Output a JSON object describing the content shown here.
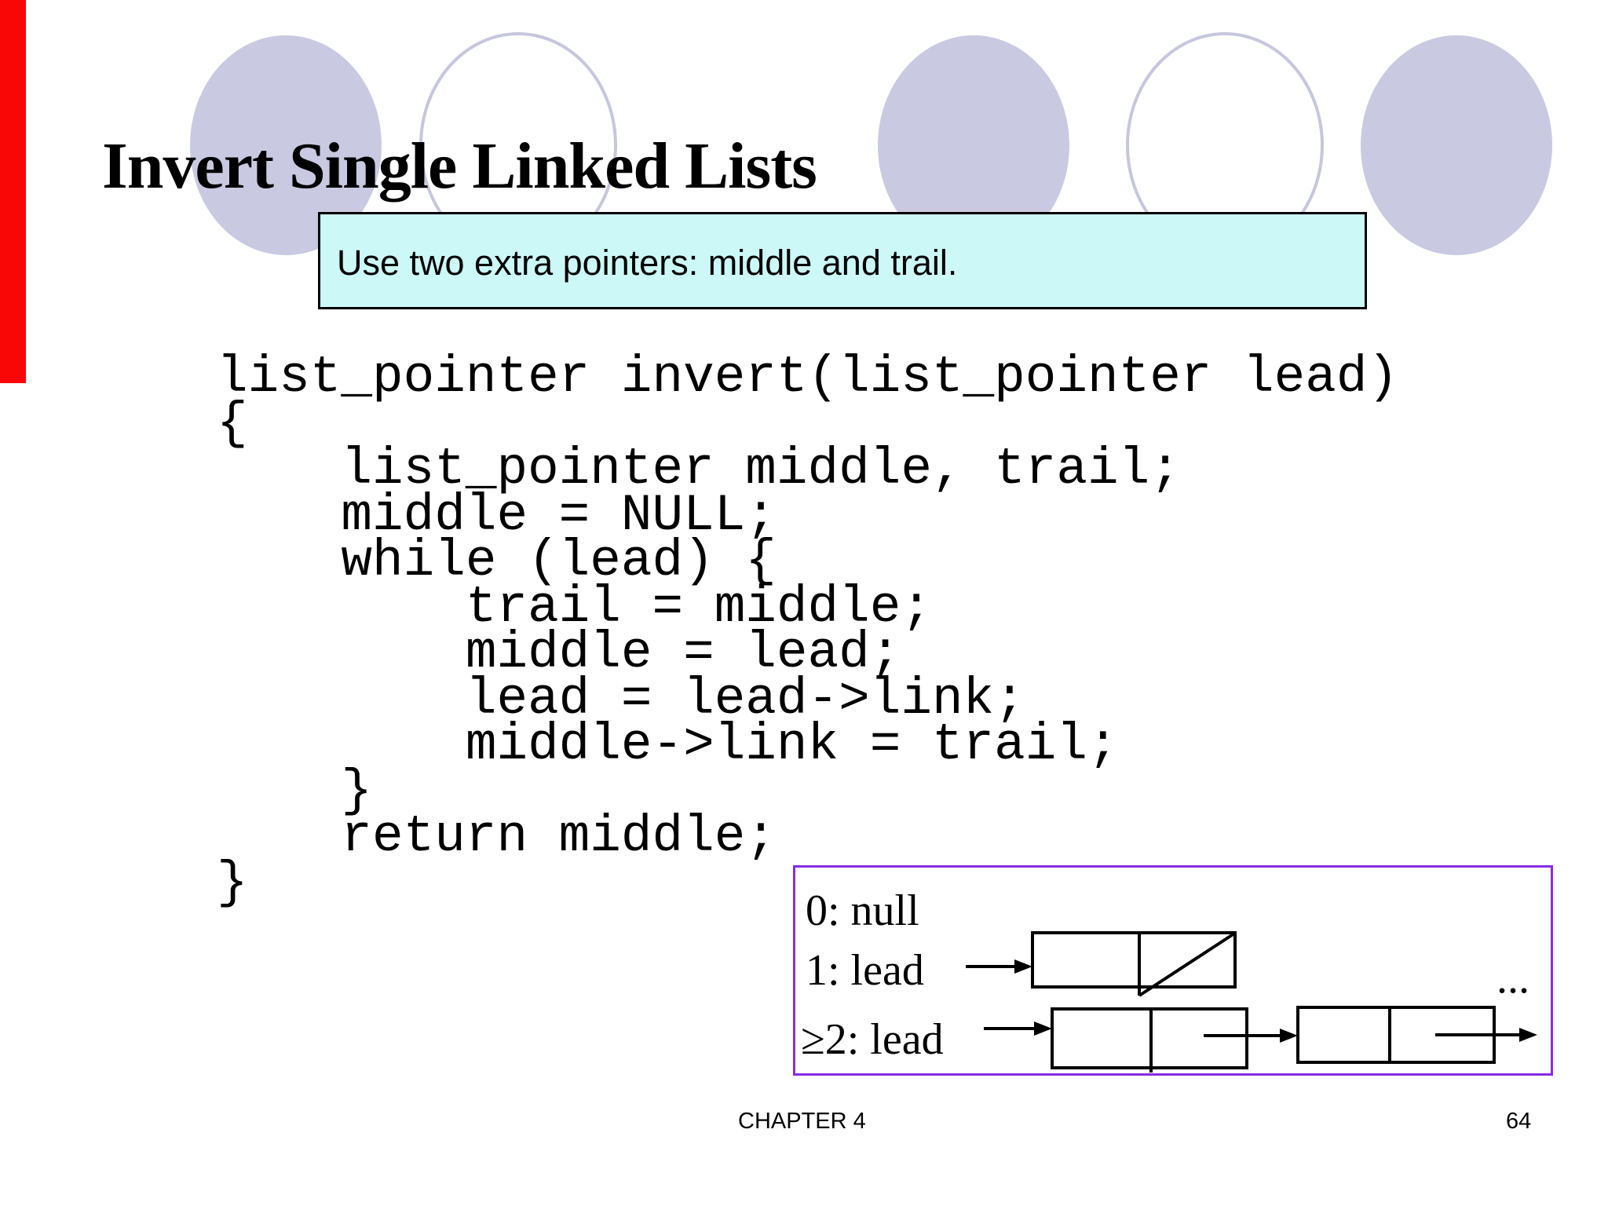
{
  "slide": {
    "title": "Invert Single Linked Lists",
    "callout": "Use two extra pointers: middle and trail.",
    "code": "list_pointer invert(list_pointer lead)\n{\n    list_pointer middle, trail;\n    middle = NULL;\n    while (lead) {\n        trail = middle;\n        middle = lead;\n        lead = lead->link;\n        middle->link = trail;\n    }\n    return middle;\n}",
    "footer": {
      "chapter": "CHAPTER 4",
      "page": "64"
    }
  },
  "diagram": {
    "case_zero_label": "0: null",
    "case_one_label": "1: lead",
    "case_two_label": "≥2: lead",
    "ellipsis": "..."
  },
  "colors": {
    "accent_bar_red": "#F90606",
    "circle_lavender": "#C9C9E1",
    "callout_cyan": "#CDF8F8",
    "diagram_border_purple": "#8A2BE2"
  }
}
